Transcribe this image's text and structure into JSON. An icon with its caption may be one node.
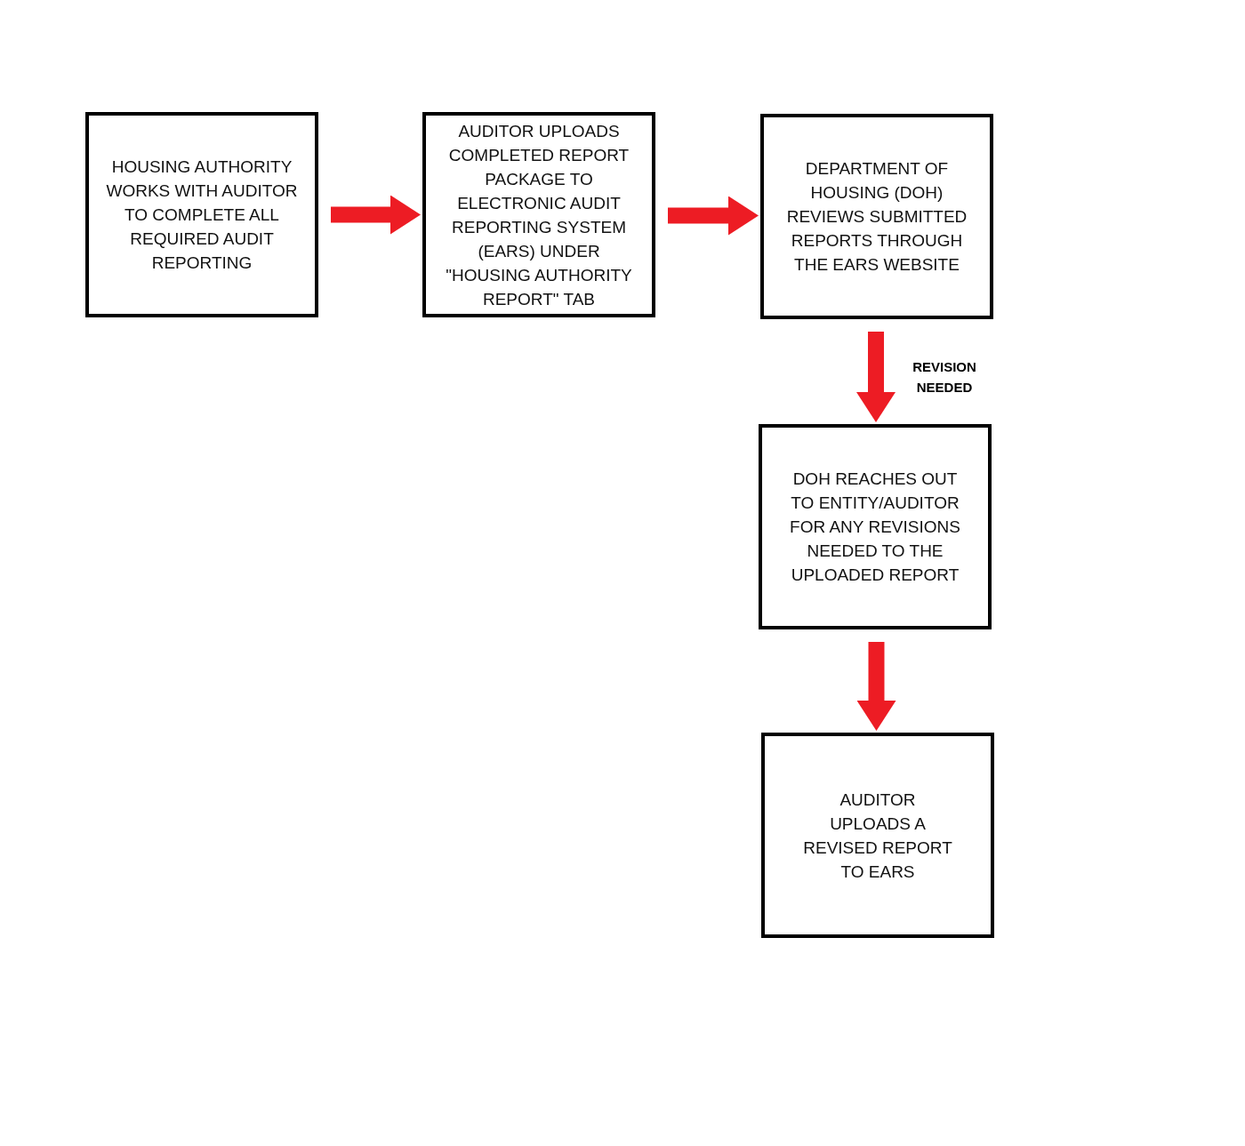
{
  "diagram": {
    "nodes": [
      {
        "text": [
          "HOUSING AUTHORITY WORKS WITH AUDITOR TO COMPLETE ALL REQUIRED AUDIT REPORTING"
        ]
      },
      {
        "text": [
          "AUDITOR UPLOADS COMPLETED REPORT PACKAGE TO ELECTRONIC AUDIT REPORTING SYSTEM (EARS) UNDER \"HOUSING AUTHORITY REPORT\" TAB"
        ]
      },
      {
        "text": [
          "DEPARTMENT OF HOUSING (DOH) REVIEWS SUBMITTED REPORTS THROUGH THE EARS WEBSITE"
        ]
      },
      {
        "text": [
          "DOH REACHES OUT TO ENTITY/AUDITOR FOR ANY REVISIONS NEEDED TO THE UPLOADED REPORT"
        ]
      },
      {
        "text": [
          "AUDITOR UPLOADS A REVISED REPORT TO EARS"
        ]
      }
    ],
    "edges": [
      {
        "from": 0,
        "to": 1,
        "arrow": "to"
      },
      {
        "from": 1,
        "to": 2,
        "arrow": "to"
      },
      {
        "from": 2,
        "to": 3,
        "arrow": "to",
        "label": "REVISION NEEDED"
      },
      {
        "from": 3,
        "to": 4,
        "arrow": "to"
      }
    ]
  }
}
